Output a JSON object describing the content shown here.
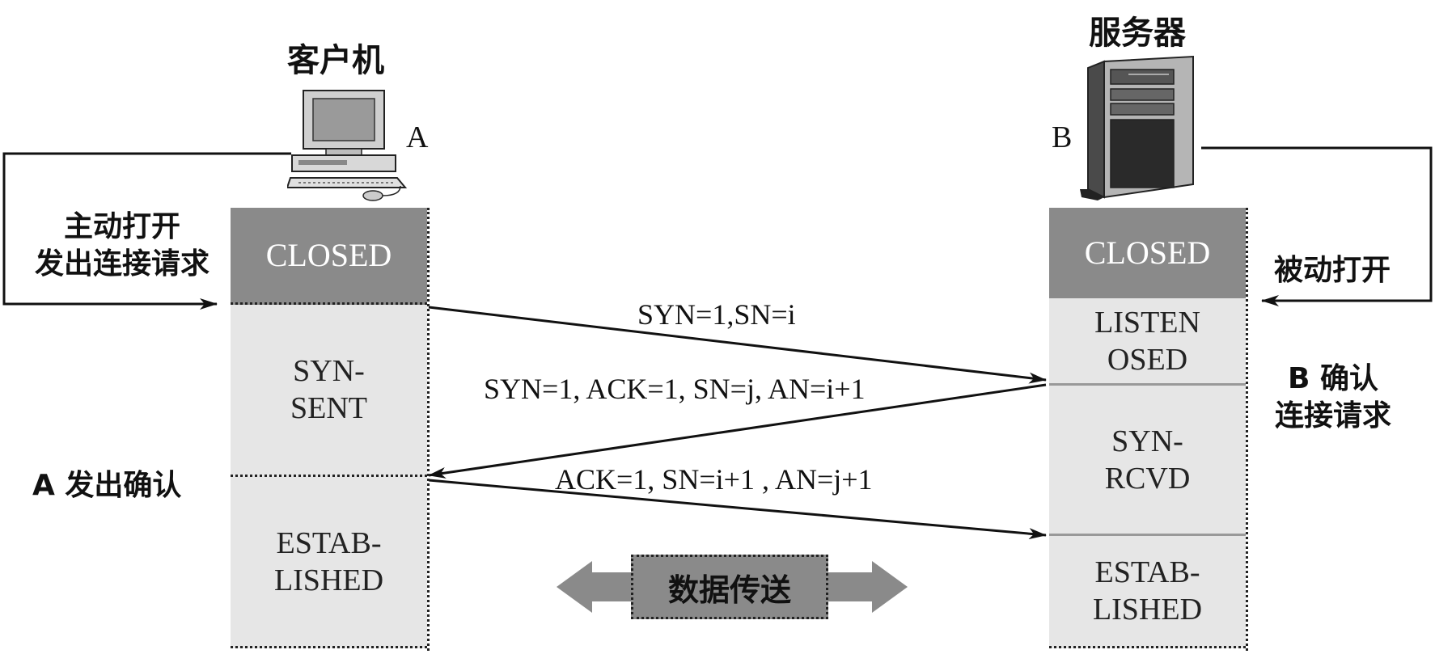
{
  "client": {
    "title": "客户机",
    "letter": "A"
  },
  "server": {
    "title": "服务器",
    "letter": "B"
  },
  "left_notes": {
    "active_open_1": "主动打开",
    "active_open_2": "发出连接请求",
    "a_confirm": "A 发出确认"
  },
  "right_notes": {
    "passive_open": "被动打开",
    "b_confirm_1": "B 确认",
    "b_confirm_2": "连接请求"
  },
  "client_states": {
    "closed": "CLOSED",
    "syn_sent_1": "SYN-",
    "syn_sent_2": "SENT",
    "established_1": "ESTAB-",
    "established_2": "LISHED"
  },
  "server_states": {
    "closed": "CLOSED",
    "listen_1": "LISTEN",
    "listen_2": "OSED",
    "syn_rcvd_1": "SYN-",
    "syn_rcvd_2": "RCVD",
    "established_1": "ESTAB-",
    "established_2": "LISHED"
  },
  "messages": {
    "syn": "SYN=1,SN=i",
    "syn_ack": "SYN=1, ACK=1, SN=j, AN=i+1",
    "ack": "ACK=1, SN=i+1 , AN=j+1"
  },
  "data_transfer": "数据传送",
  "colors": {
    "closed_fill": "#8a8a8a",
    "state_fill": "#e6e6e6",
    "arrow_fill": "#8a8a8a",
    "line": "#111111"
  }
}
